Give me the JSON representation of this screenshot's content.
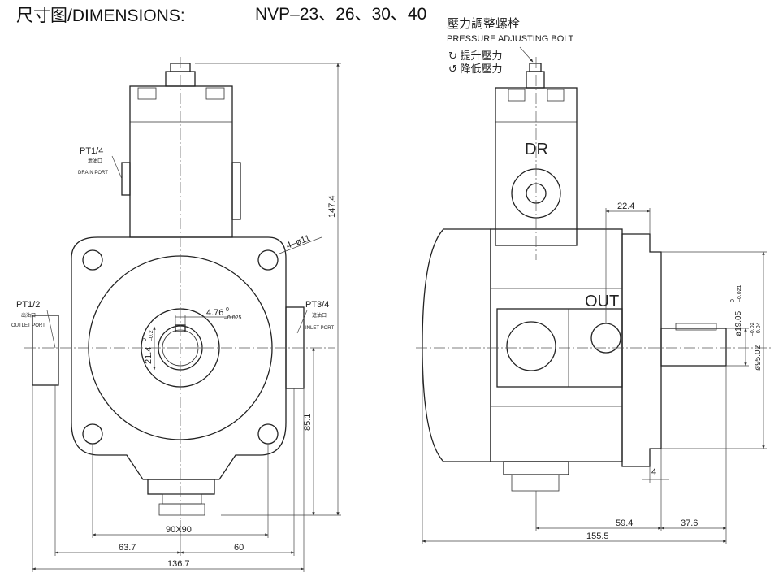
{
  "title": "尺寸图/DIMENSIONS:",
  "models": "NVP–23、26、30、40",
  "adjusting_bolt": {
    "label_cn": "壓力調整螺栓",
    "label_en": "PRESSURE ADJUSTING BOLT",
    "increase": "↻ 提升壓力",
    "decrease": "↺ 降低壓力"
  },
  "ports": {
    "drain": {
      "size": "PT1/4",
      "cn": "泄油口",
      "en": "DRAIN PORT"
    },
    "outlet": {
      "size": "PT1/2",
      "cn": "出油口",
      "en": "OUTLET PORT"
    },
    "inlet": {
      "size": "PT3/4",
      "cn": "進油口",
      "en": "INLET PORT"
    }
  },
  "side_labels": {
    "dr": "DR",
    "out": "OUT"
  },
  "dims_front": {
    "bolt_holes": "4–ø11",
    "key_width": "4.76",
    "key_width_tol_upper": "0",
    "key_width_tol_lower": "–0.025",
    "key_height": "21.4",
    "key_height_tol_upper": "0",
    "key_height_tol_lower": "–0.2",
    "height_total": "147.4",
    "height_center": "85.1",
    "flange_square": "90X90",
    "left_offset": "63.7",
    "right_offset": "60",
    "overall_width": "136.7"
  },
  "dims_side": {
    "port_offset": "22.4",
    "flange_thickness": "4",
    "shaft_diameter": "ø19.05",
    "shaft_tol_upper": "0",
    "shaft_tol_lower": "–0.021",
    "pilot_diameter": "ø95.02",
    "pilot_tol_upper": "–0.02",
    "pilot_tol_lower": "–0.04",
    "flange_to_port": "59.4",
    "shaft_length": "37.6",
    "overall_length": "155.5"
  }
}
